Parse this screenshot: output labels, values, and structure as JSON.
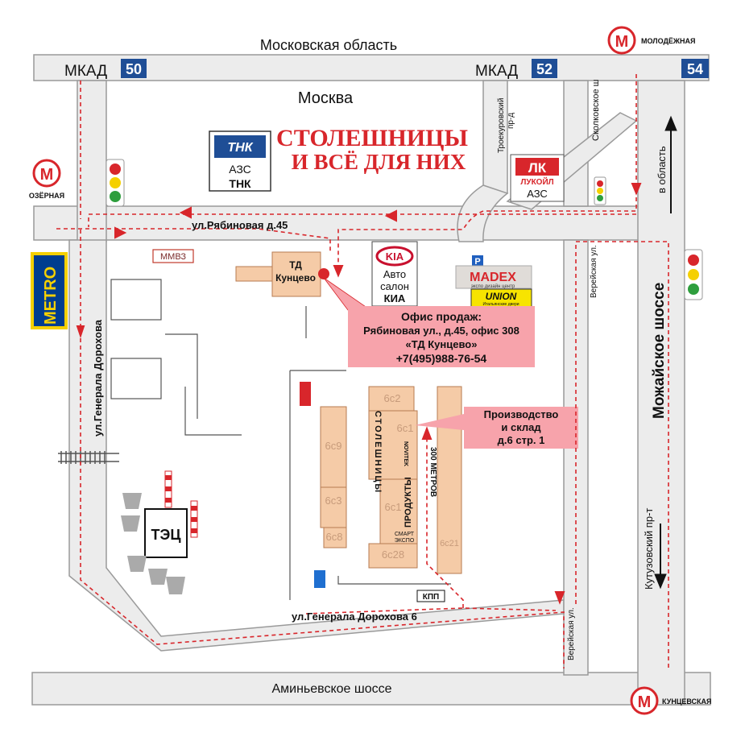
{
  "regions": {
    "oblast": "Московская область",
    "city": "Москва"
  },
  "mkad": {
    "label_left": "МКАД",
    "km_left": "50",
    "label_right": "МКАД",
    "km_right": "52",
    "km_far": "54"
  },
  "metro": {
    "molodezhnaya": "МОЛОДЁЖНАЯ",
    "ozernaya": "ОЗЁРНАЯ",
    "kuntsevskaya": "КУНЦЕВСКАЯ",
    "logo_letter": "M"
  },
  "headline": {
    "line1": "СТОЛЕШНИЦЫ",
    "line2": "И ВСЁ ДЛЯ НИХ"
  },
  "tnk": {
    "logo": "ТНК",
    "line1": "АЗС",
    "line2": "ТНК"
  },
  "lukoil": {
    "logo": "ЛК",
    "name": "ЛУКОЙЛ",
    "azs": "АЗС"
  },
  "metro_store": "METRO",
  "streets": {
    "ryabinovaya": "ул.Рябиновая д.45",
    "dorokhova_v": "ул.Генерала Дорохова",
    "dorokhova_h": "ул.Генерала Дорохова 6",
    "amin": "Аминьевское шоссе",
    "mozhayskoe": "Можайское шоссе",
    "kutuzovsky": "Кутузовский пр-т",
    "v_oblast": "в область",
    "vereyskaya": "Верейская ул.",
    "troekurovsky_1": "Троекуровский",
    "troekurovsky_2": "пр-д",
    "skolkovskoe": "Сколковское ш"
  },
  "buildings": {
    "mmvz": "ММВЗ",
    "td_1": "ТД",
    "td_2": "Кунцево",
    "kia_1": "Авто",
    "kia_2": "салон",
    "kia_3": "КИА",
    "kia_logo": "KIA",
    "madex": "MADEX",
    "madex_sub": "экспо дизайн центр",
    "union": "UNION",
    "union_sub": "Итальянские двери",
    "parking": "P",
    "tec": "ТЭЦ",
    "b6c2": "6с2",
    "b6c1a": "6с1",
    "b6c1b": "6с1",
    "b6c9": "6с9",
    "b6c3": "6с3",
    "b6c8": "6с8",
    "b6c28": "6с28",
    "b6c21": "6с21",
    "stoleshnitsy_v": "СТОЛЕШНИЦЫ",
    "novitek_v": "NOVITEK",
    "produkty_v": "ПРОДУКТЫ",
    "smart_1": "СМАРТ",
    "smart_2": "ЭКСПО",
    "metrov_v": "300 МЕТРОВ",
    "kpp": "КПП"
  },
  "office": {
    "line1": "Офис продаж:",
    "line2": "Рябиновая ул., д.45, офис 308",
    "line3": "«ТД Кунцево»",
    "line4": "+7(495)988-76-54"
  },
  "warehouse": {
    "line1": "Производство",
    "line2": "и склад",
    "line3": "д.6 стр. 1"
  },
  "colors": {
    "road": "#ebebeb",
    "road_edge": "#9a9a9a",
    "route": "#d8262b",
    "callout": "#f7a3ab",
    "building": "#f5cba7",
    "metro_red": "#d8262b",
    "sign_blue": "#1f4e96"
  }
}
